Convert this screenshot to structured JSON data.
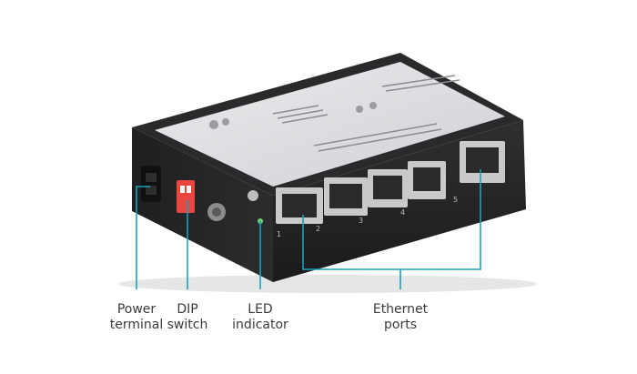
{
  "labels": {
    "power_terminal": [
      "Power",
      "terminal"
    ],
    "dip_switch": [
      "DIP",
      "switch"
    ],
    "led_indicator": [
      "LED",
      "indicator"
    ],
    "ethernet_ports": [
      "Ethernet",
      "ports"
    ]
  },
  "port_numbers": [
    "1",
    "2",
    "3",
    "4",
    "5"
  ],
  "colors": {
    "callout_line": "#1aa3b8",
    "dip_switch": "#e8463f",
    "body": "#2a2a2c"
  }
}
